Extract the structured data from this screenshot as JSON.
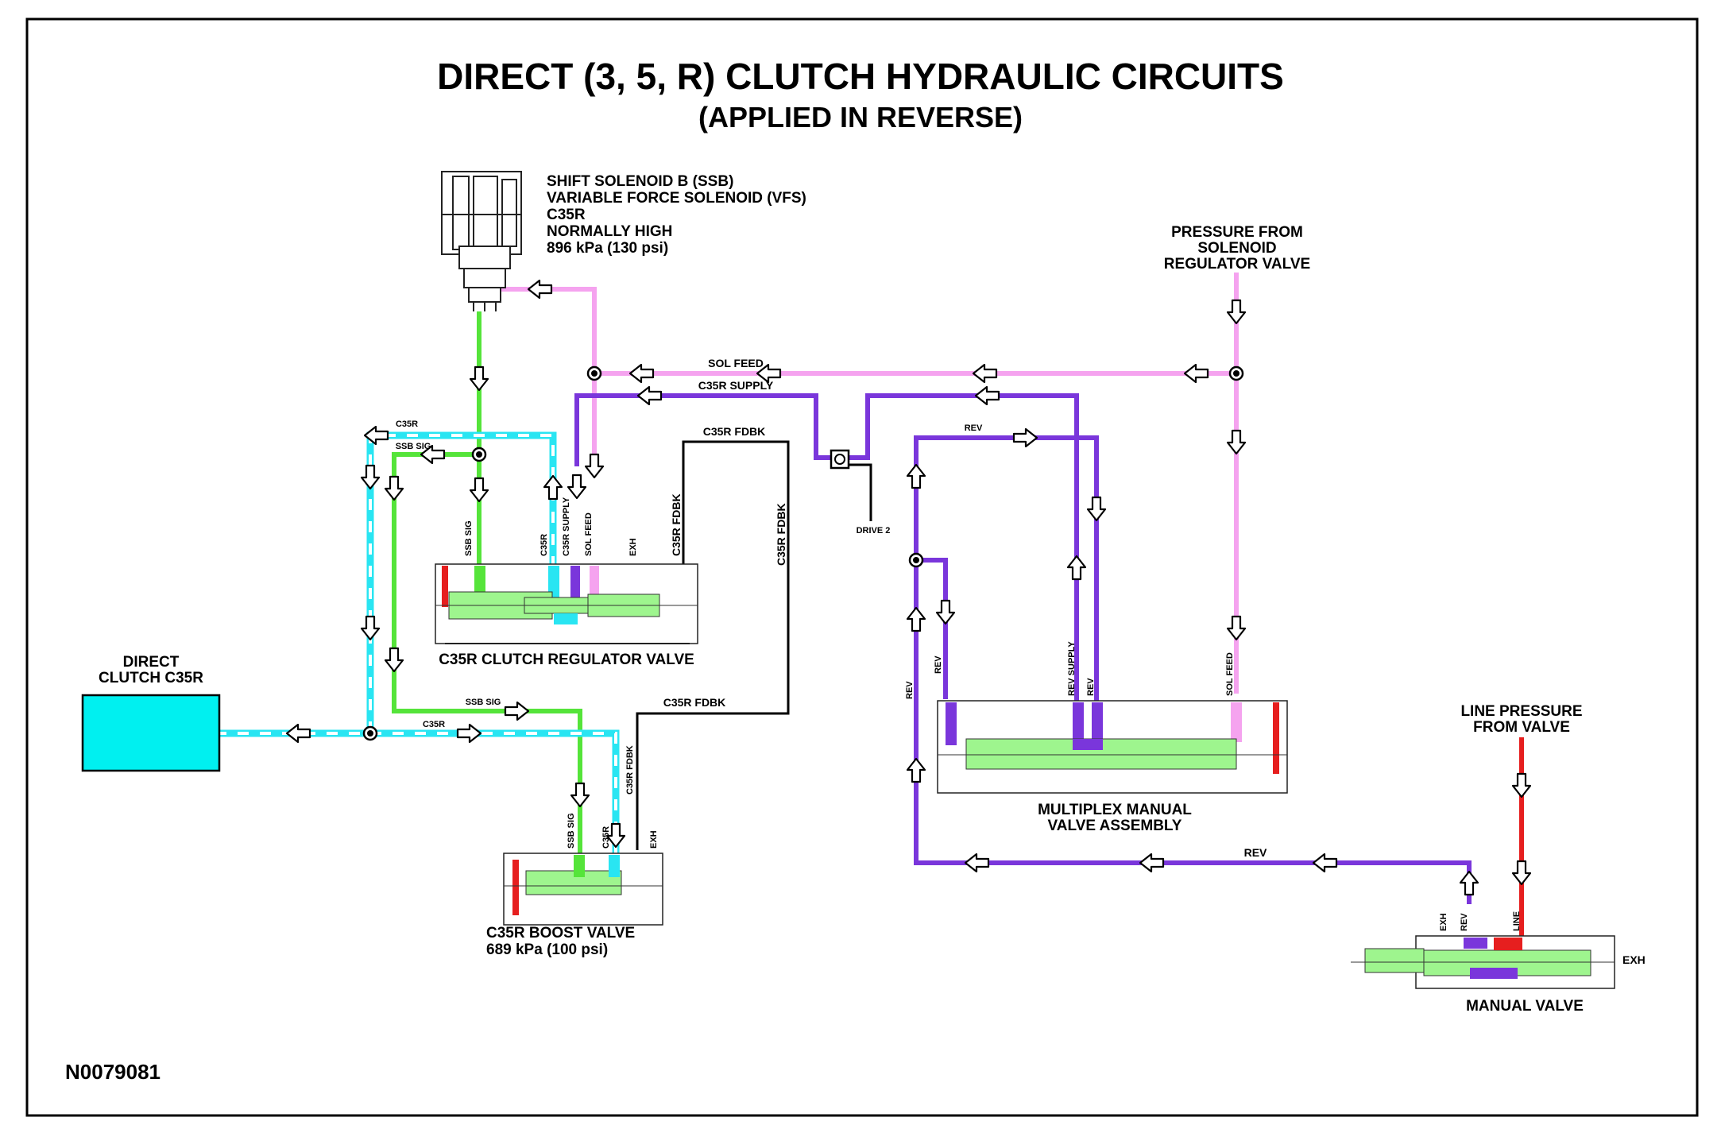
{
  "title": "DIRECT (3, 5, R) CLUTCH HYDRAULIC CIRCUITS",
  "subtitle": "(APPLIED IN REVERSE)",
  "figure_code": "N0079081",
  "colors": {
    "sol_feed": "#f5a3ef",
    "ssb_sig": "#55e43a",
    "c35r": "#29e5f2",
    "c35r_dash": "#ffffff",
    "rev": "#7a36db",
    "line": "#e61f1f",
    "fdbk": "#000000",
    "spool": "#9ef58e",
    "clutch_fill": "#00f0f0"
  },
  "solenoid": {
    "name": "SHIFT SOLENOID B (SSB)",
    "type": "VARIABLE FORCE SOLENOID (VFS)",
    "circuit": "C35R",
    "state": "NORMALLY HIGH",
    "pressure": "896 kPa (130 psi)"
  },
  "pressure_source": {
    "line1": "PRESSURE FROM",
    "line2": "SOLENOID",
    "line3": "REGULATOR VALVE"
  },
  "line_source": {
    "line1": "LINE PRESSURE",
    "line2": "FROM VALVE"
  },
  "clutch": {
    "line1": "DIRECT",
    "line2": "CLUTCH C35R"
  },
  "components": {
    "regulator_valve": "C35R CLUTCH REGULATOR VALVE",
    "boost_valve": "C35R BOOST VALVE",
    "boost_pressure": "689 kPa (100 psi)",
    "multiplex_line1": "MULTIPLEX MANUAL",
    "multiplex_line2": "VALVE ASSEMBLY",
    "manual_valve": "MANUAL VALVE",
    "drive2": "DRIVE 2"
  },
  "circuit_labels": {
    "sol_feed": "SOL FEED",
    "c35r_supply": "C35R SUPPLY",
    "c35r_fdbk": "C35R FDBK",
    "c35r": "C35R",
    "ssb_sig": "SSB SIG",
    "rev": "REV",
    "rev_supply": "REV SUPPLY",
    "exh": "EXH",
    "line": "LINE"
  }
}
